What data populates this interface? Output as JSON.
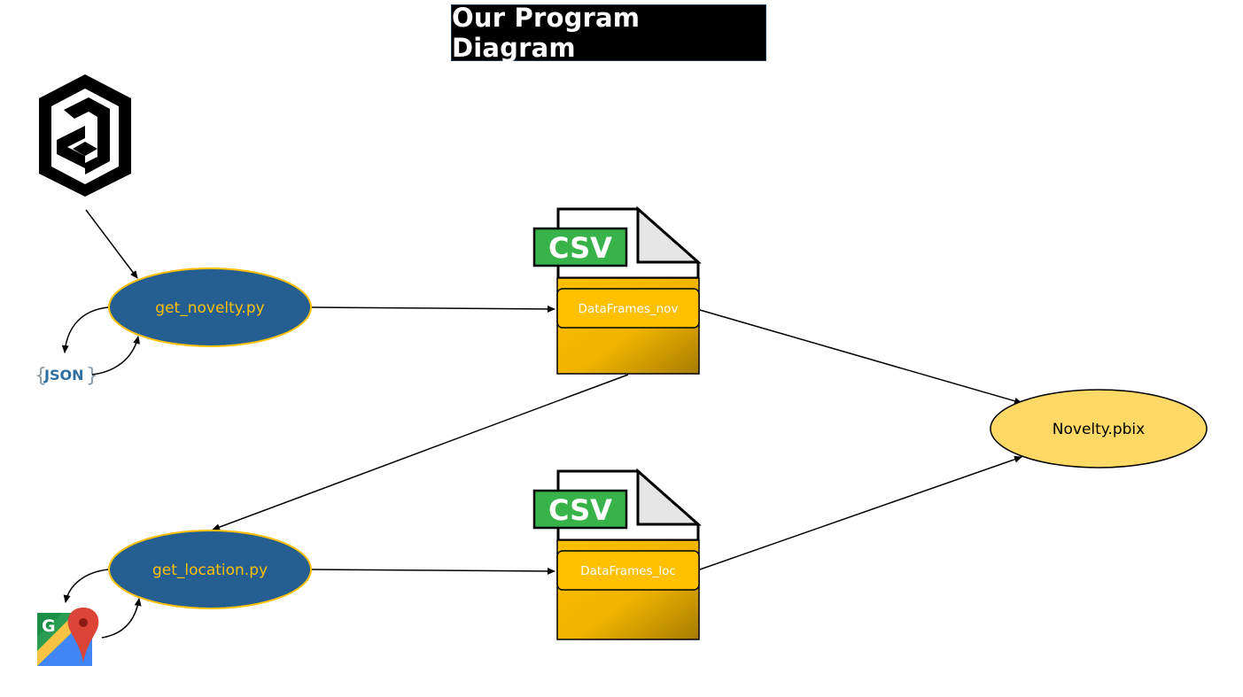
{
  "title": "Our Program Diagram",
  "nodes": {
    "get_novelty": "get_novelty.py",
    "get_location": "get_location.py",
    "novelty_pbix": "Novelty.pbix",
    "df_nov": "DataFrames_nov",
    "df_loc": "DataFrames_loc",
    "csv_top": "CSV",
    "csv_bottom": "CSV",
    "json_label": "JSON",
    "gmaps_letter": "G"
  },
  "colors": {
    "script_fill": "#255e91",
    "script_text": "#ffc000",
    "pbix_fill": "#ffd966",
    "df_fill": "#ffc000",
    "csv_green": "#38b349",
    "title_bg": "#000000"
  },
  "icons": {
    "top_logo": "hexagon-a-logo-icon",
    "json": "json-icon",
    "maps": "google-maps-icon",
    "csv_file": "csv-file-icon"
  }
}
